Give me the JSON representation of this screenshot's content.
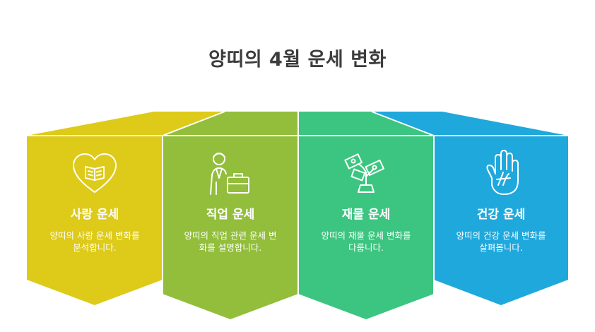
{
  "title": "양띠의 4월 운세 변화",
  "panels": [
    {
      "heading": "사랑 운세",
      "description": "양띠의 사랑 운세 변화를 분석합니다.",
      "color": "#DECA19",
      "icon": "heart-book-icon"
    },
    {
      "heading": "직업 운세",
      "description": "양띠의 직업 관련 운세 변화를 설명합니다.",
      "color": "#92BE3C",
      "icon": "worker-briefcase-icon"
    },
    {
      "heading": "재물 운세",
      "description": "양띠의 재물 운세 변화를 다룹니다.",
      "color": "#3CC580",
      "icon": "money-plant-icon"
    },
    {
      "heading": "건강 운세",
      "description": "양띠의 건강 운세 변화를 살펴봅니다.",
      "color": "#1FA8DC",
      "icon": "hand-icon"
    }
  ]
}
